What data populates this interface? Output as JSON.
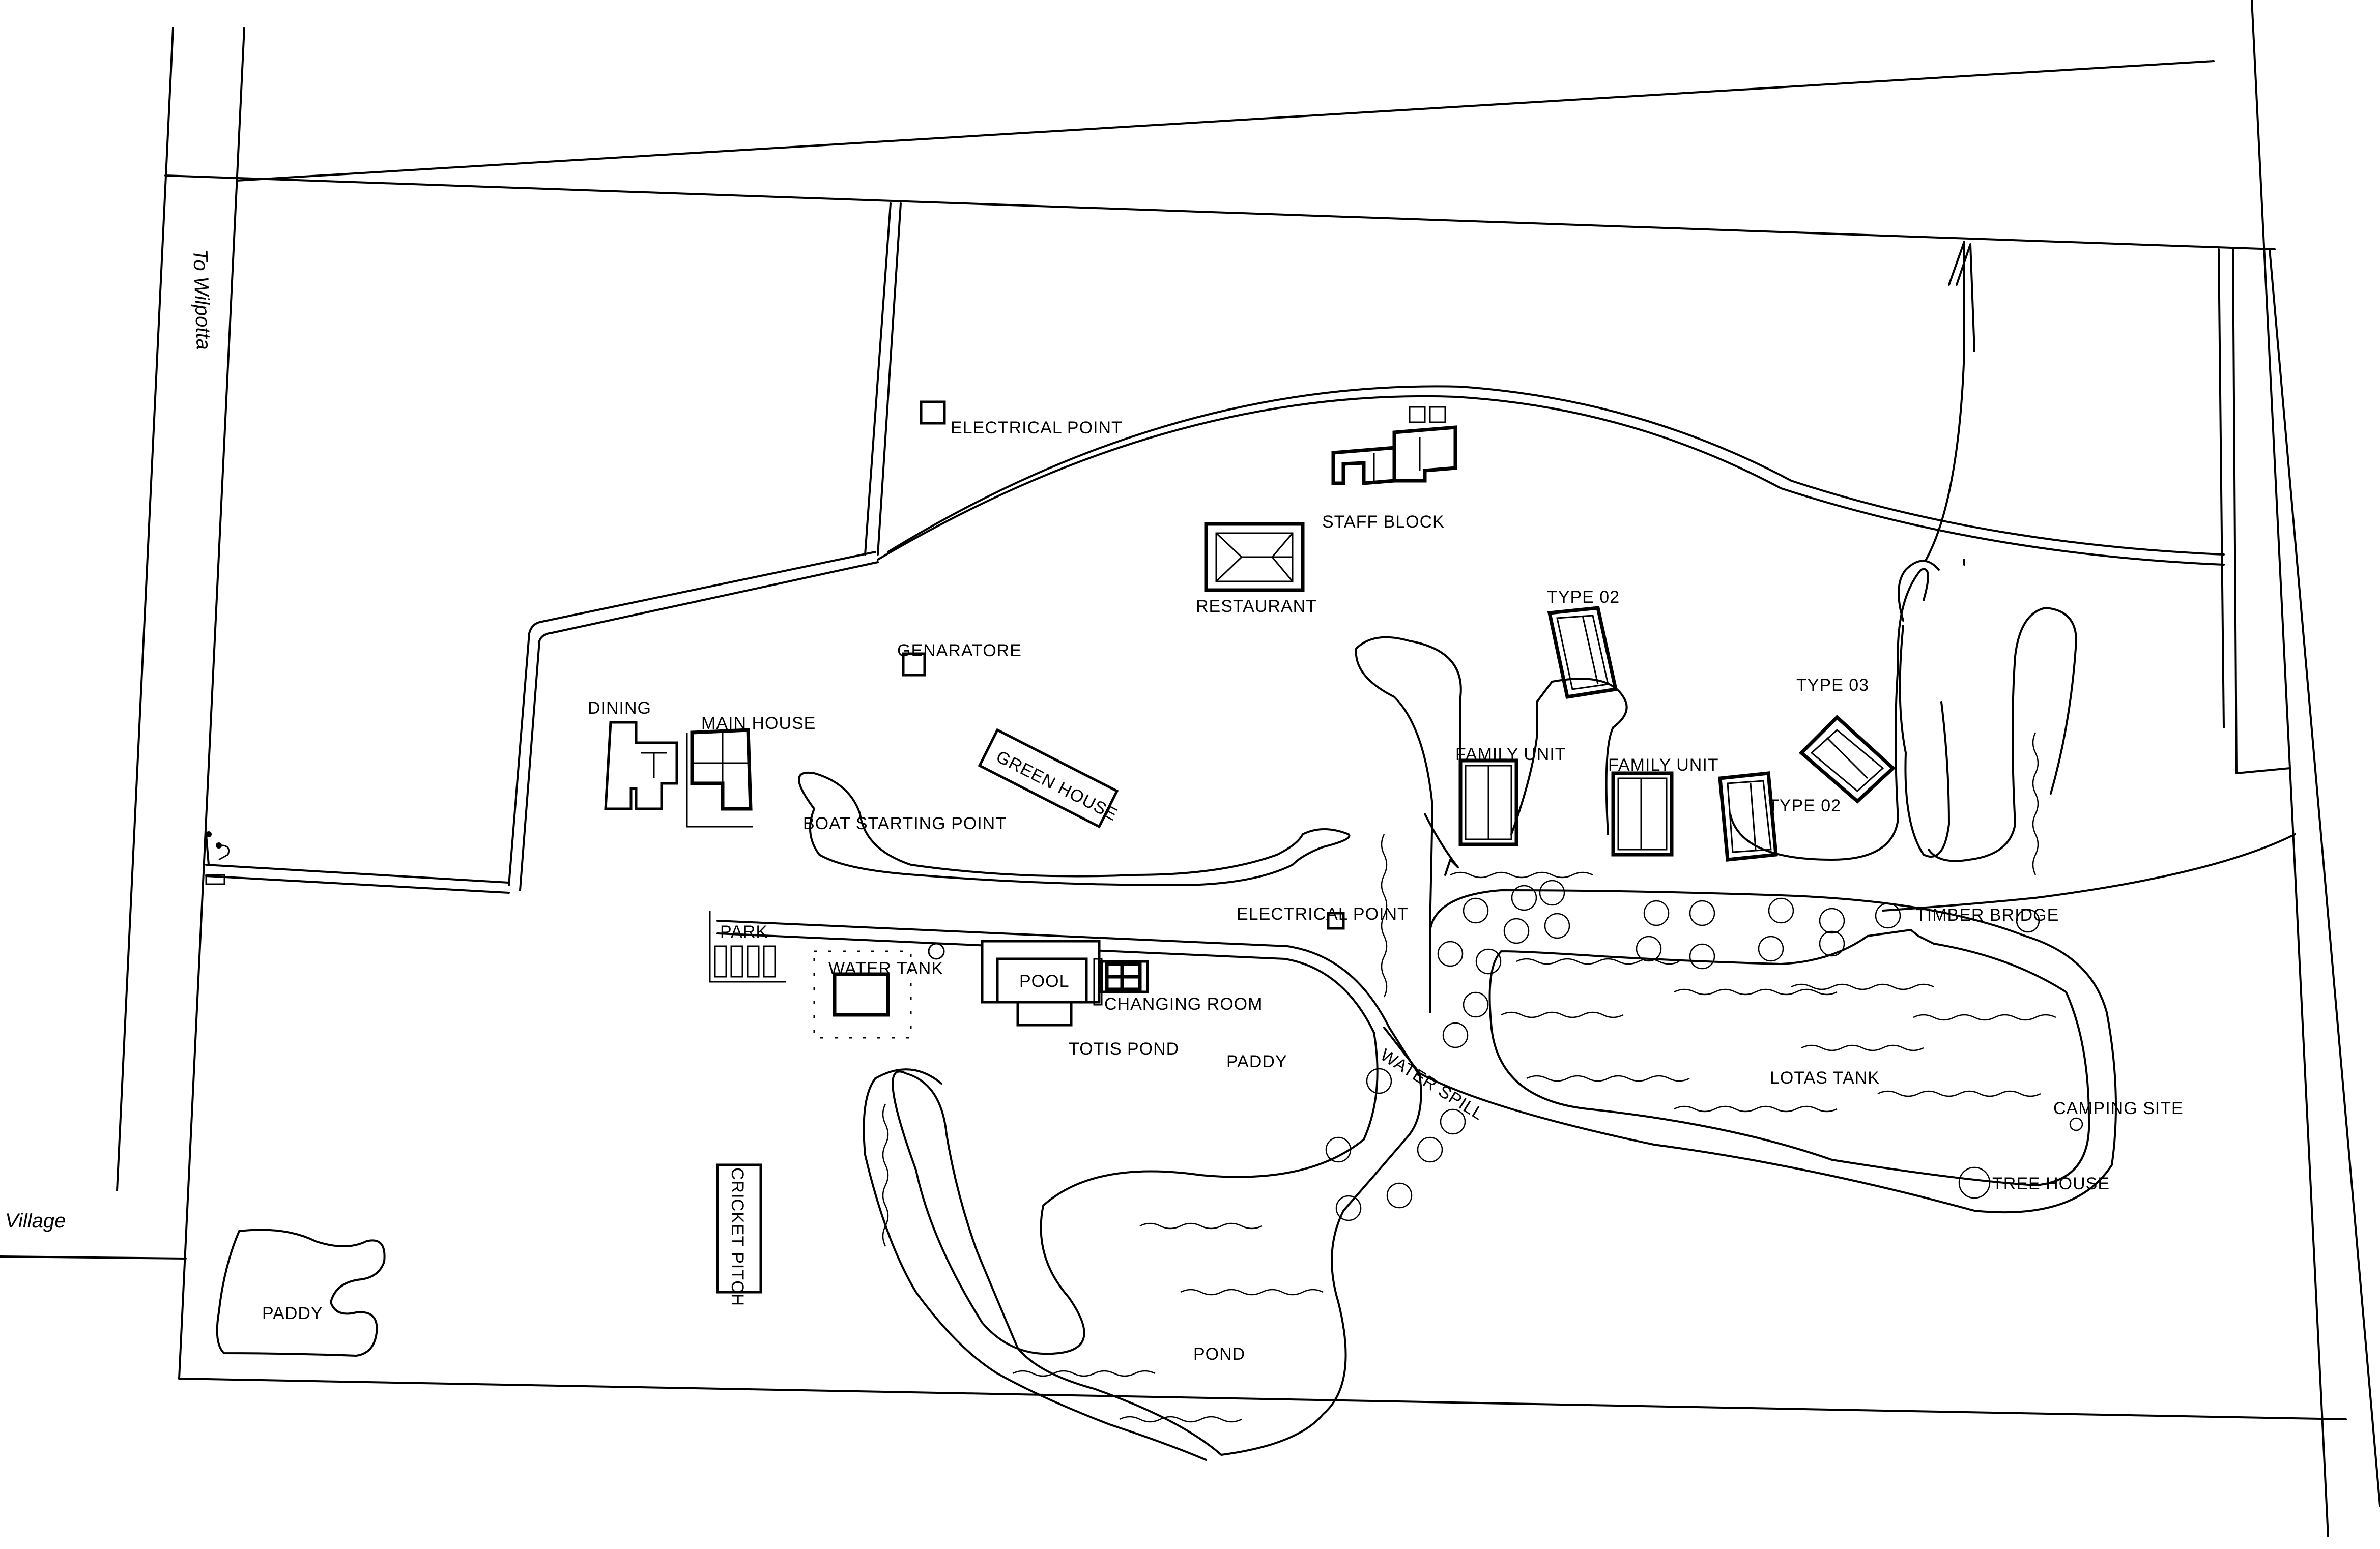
{
  "map": {
    "labels": {
      "to_wilpotta": "To Wilpotta",
      "village": "Village",
      "electrical_point_north": "ELECTRICAL POINT",
      "staff_block": "STAFF BLOCK",
      "restaurant": "RESTAURANT",
      "genaratore": "GENARATORE",
      "type02_north": "TYPE 02",
      "type03": "TYPE 03",
      "dining": "DINING",
      "main_house": "MAIN HOUSE",
      "green_house": "GREEN HOUSE",
      "boat_starting_point": "BOAT STARTING POINT",
      "family_unit_1": "FAMILY UNIT",
      "family_unit_2": "FAMILY UNIT",
      "type02_south": "TYPE 02",
      "electrical_point_south": "ELECTRICAL POINT",
      "timber_bridge": "TIMBER BRIDGE",
      "park": "PARK",
      "water_tank": "WATER TANK",
      "pool": "POOL",
      "changing_room": "CHANGING ROOM",
      "totis_pond": "TOTIS POND",
      "paddy_center": "PADDY",
      "water_spill": "WATER SPILL",
      "lotas_tank": "LOTAS TANK",
      "camping_site": "CAMPING SITE",
      "tree_house": "TREE HOUSE",
      "cricket_pitch": "CRICKET PITCH",
      "paddy_west": "PADDY",
      "pond": "POND"
    }
  }
}
